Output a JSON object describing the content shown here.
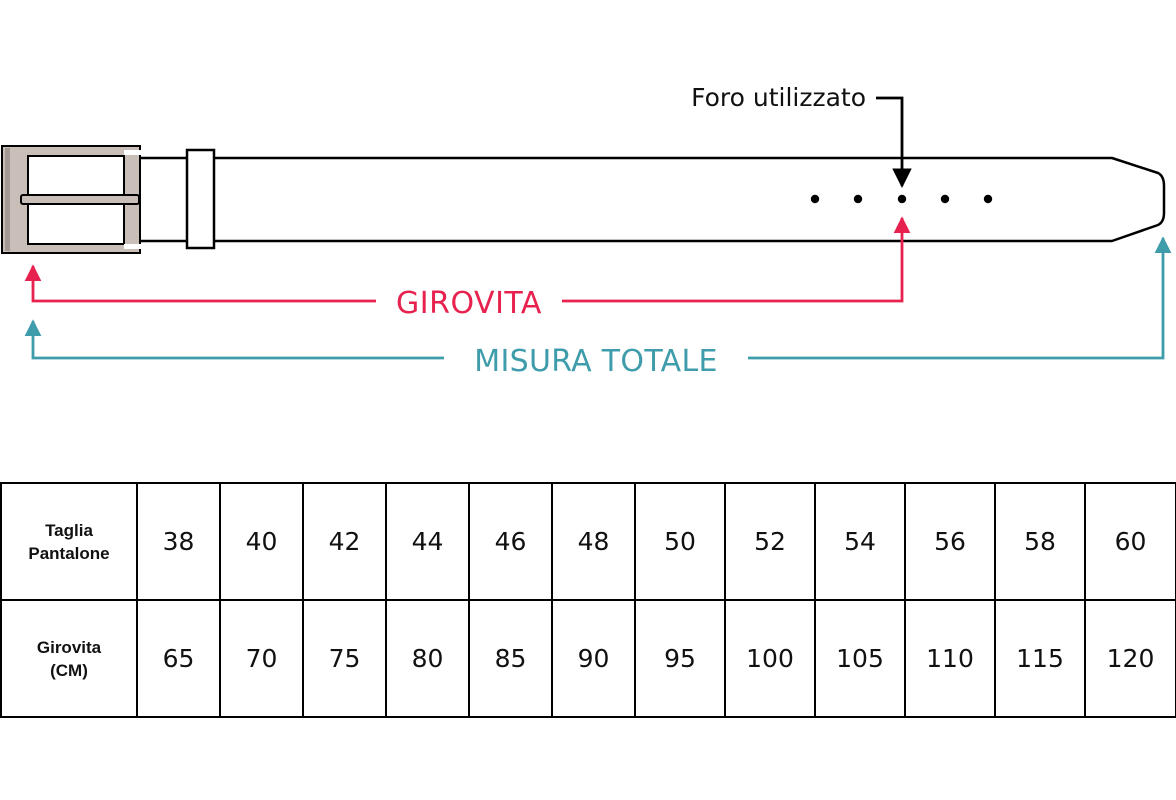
{
  "diagram": {
    "hole_label": "Foro utilizzato",
    "waist_label": "GIROVITA",
    "total_label": "MISURA TOTALE",
    "colors": {
      "waist": "#e8224e",
      "total": "#3e9cab",
      "outline": "#000000",
      "buckle_fill": "#c9beb8",
      "buckle_dark": "#5a5350"
    },
    "holes": 5,
    "used_hole_index": 2
  },
  "table": {
    "rows": [
      {
        "header": [
          "Taglia",
          "Pantalone"
        ],
        "values": [
          "38",
          "40",
          "42",
          "44",
          "46",
          "48",
          "50",
          "52",
          "54",
          "56",
          "58",
          "60"
        ]
      },
      {
        "header": [
          "Girovita",
          "(CM)"
        ],
        "values": [
          "65",
          "70",
          "75",
          "80",
          "85",
          "90",
          "95",
          "100",
          "105",
          "110",
          "115",
          "120"
        ]
      }
    ]
  }
}
